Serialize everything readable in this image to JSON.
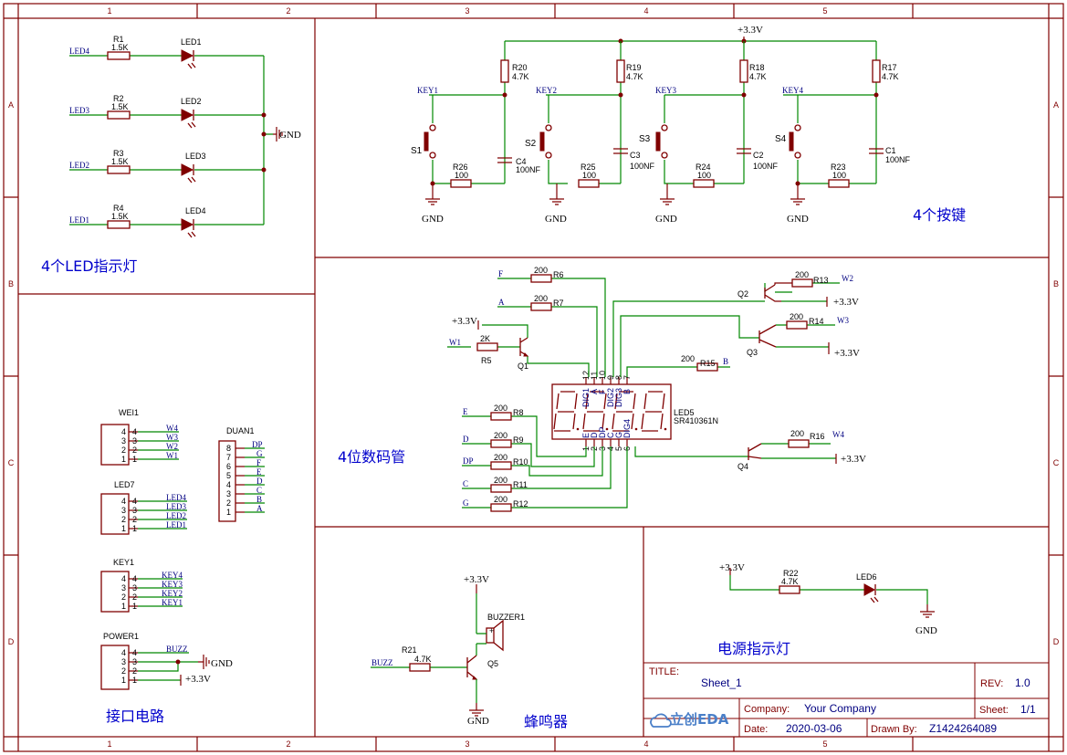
{
  "frame": {
    "col_labels": [
      "1",
      "2",
      "3",
      "4",
      "5"
    ],
    "row_labels": [
      "A",
      "B",
      "C",
      "D"
    ]
  },
  "blocks": {
    "leds": "4个LED指示灯",
    "keys": "4个按键",
    "display": "4位数码管",
    "interface": "接口电路",
    "buzzer": "蜂鸣器",
    "power_led": "电源指示灯"
  },
  "nets": {
    "gnd": "GND",
    "vcc": "+3.3V",
    "led": [
      "LED4",
      "LED3",
      "LED2",
      "LED1"
    ],
    "key": [
      "KEY1",
      "KEY2",
      "KEY3",
      "KEY4"
    ],
    "w1": "W1",
    "w2": "W2",
    "w3": "W3",
    "w4": "W4",
    "seg": {
      "f": "F",
      "a": "A",
      "b": "B",
      "e": "E",
      "d": "D",
      "dp": "DP",
      "c": "C",
      "g": "G"
    },
    "buzz": "BUZZ"
  },
  "leds": [
    {
      "r": "R1",
      "rv": "1.5K",
      "led": "LED1"
    },
    {
      "r": "R2",
      "rv": "1.5K",
      "led": "LED2"
    },
    {
      "r": "R3",
      "rv": "1.5K",
      "led": "LED3"
    },
    {
      "r": "R4",
      "rv": "1.5K",
      "led": "LED4"
    }
  ],
  "keys": [
    {
      "pull": "R20",
      "pullv": "4.7K",
      "sw": "S1",
      "ser": "R26",
      "serv": "100",
      "cap": "C4",
      "capv": "100NF"
    },
    {
      "pull": "R19",
      "pullv": "4.7K",
      "sw": "S2",
      "ser": "R25",
      "serv": "100",
      "cap": "C3",
      "capv": "100NF"
    },
    {
      "pull": "R18",
      "pullv": "4.7K",
      "sw": "S3",
      "ser": "R24",
      "serv": "100",
      "cap": "C2",
      "capv": "100NF"
    },
    {
      "pull": "R17",
      "pullv": "4.7K",
      "sw": "S4",
      "ser": "R23",
      "serv": "100",
      "cap": "C1",
      "capv": "100NF"
    }
  ],
  "display": {
    "ref": "LED5",
    "part": "SR410361N",
    "top_pins": [
      "12",
      "11",
      "10",
      "9",
      "8",
      "7"
    ],
    "top_names": [
      "DIG1",
      "A",
      "F",
      "DIG2",
      "DIG3",
      "B"
    ],
    "bot_pins": [
      "1",
      "2",
      "3",
      "4",
      "5",
      "6"
    ],
    "bot_names": [
      "E",
      "D",
      "DP",
      "C",
      "G",
      "DIG4"
    ],
    "res": {
      "r6": {
        "ref": "R6",
        "val": "200"
      },
      "r7": {
        "ref": "R7",
        "val": "200"
      },
      "r15": {
        "ref": "R15",
        "val": "200"
      },
      "r8": {
        "ref": "R8",
        "val": "200"
      },
      "r9": {
        "ref": "R9",
        "val": "200"
      },
      "r10": {
        "ref": "R10",
        "val": "200"
      },
      "r11": {
        "ref": "R11",
        "val": "200"
      },
      "r12": {
        "ref": "R12",
        "val": "200"
      },
      "r5": {
        "ref": "R5",
        "val": "2K"
      },
      "r13": {
        "ref": "R13",
        "val": "200"
      },
      "r14": {
        "ref": "R14",
        "val": "200"
      },
      "r16": {
        "ref": "R16",
        "val": "200"
      }
    },
    "q": [
      "Q1",
      "Q2",
      "Q3",
      "Q4"
    ]
  },
  "headers": {
    "wei": {
      "ref": "WEI1",
      "nets": [
        "W4",
        "W3",
        "W2",
        "W1"
      ]
    },
    "led": {
      "ref": "LED7",
      "nets": [
        "LED4",
        "LED3",
        "LED2",
        "LED1"
      ]
    },
    "key": {
      "ref": "KEY1",
      "nets": [
        "KEY4",
        "KEY3",
        "KEY2",
        "KEY1"
      ]
    },
    "power": {
      "ref": "POWER1",
      "nets": [
        "BUZZ",
        "",
        "",
        ""
      ]
    },
    "duan": {
      "ref": "DUAN1",
      "nets": [
        "DP",
        "G",
        "F",
        "E",
        "D",
        "C",
        "B",
        "A"
      ]
    },
    "pins4": [
      "4",
      "3",
      "2",
      "1"
    ],
    "pins8": [
      "8",
      "7",
      "6",
      "5",
      "4",
      "3",
      "2",
      "1"
    ]
  },
  "buzzer": {
    "ref": "BUZZER1",
    "r": "R21",
    "rv": "4.7K",
    "q": "Q5"
  },
  "power_led": {
    "r": "R22",
    "rv": "4.7K",
    "led": "LED6"
  },
  "title_block": {
    "title_label": "TITLE:",
    "title": "Sheet_1",
    "rev_label": "REV:",
    "rev": "1.0",
    "company_label": "Company:",
    "company": "Your Company",
    "sheet_label": "Sheet:",
    "sheet": "1/1",
    "date_label": "Date:",
    "date": "2020-03-06",
    "drawn_label": "Drawn By:",
    "drawn_by": "Z1424264089",
    "logo": "立创EDA"
  }
}
